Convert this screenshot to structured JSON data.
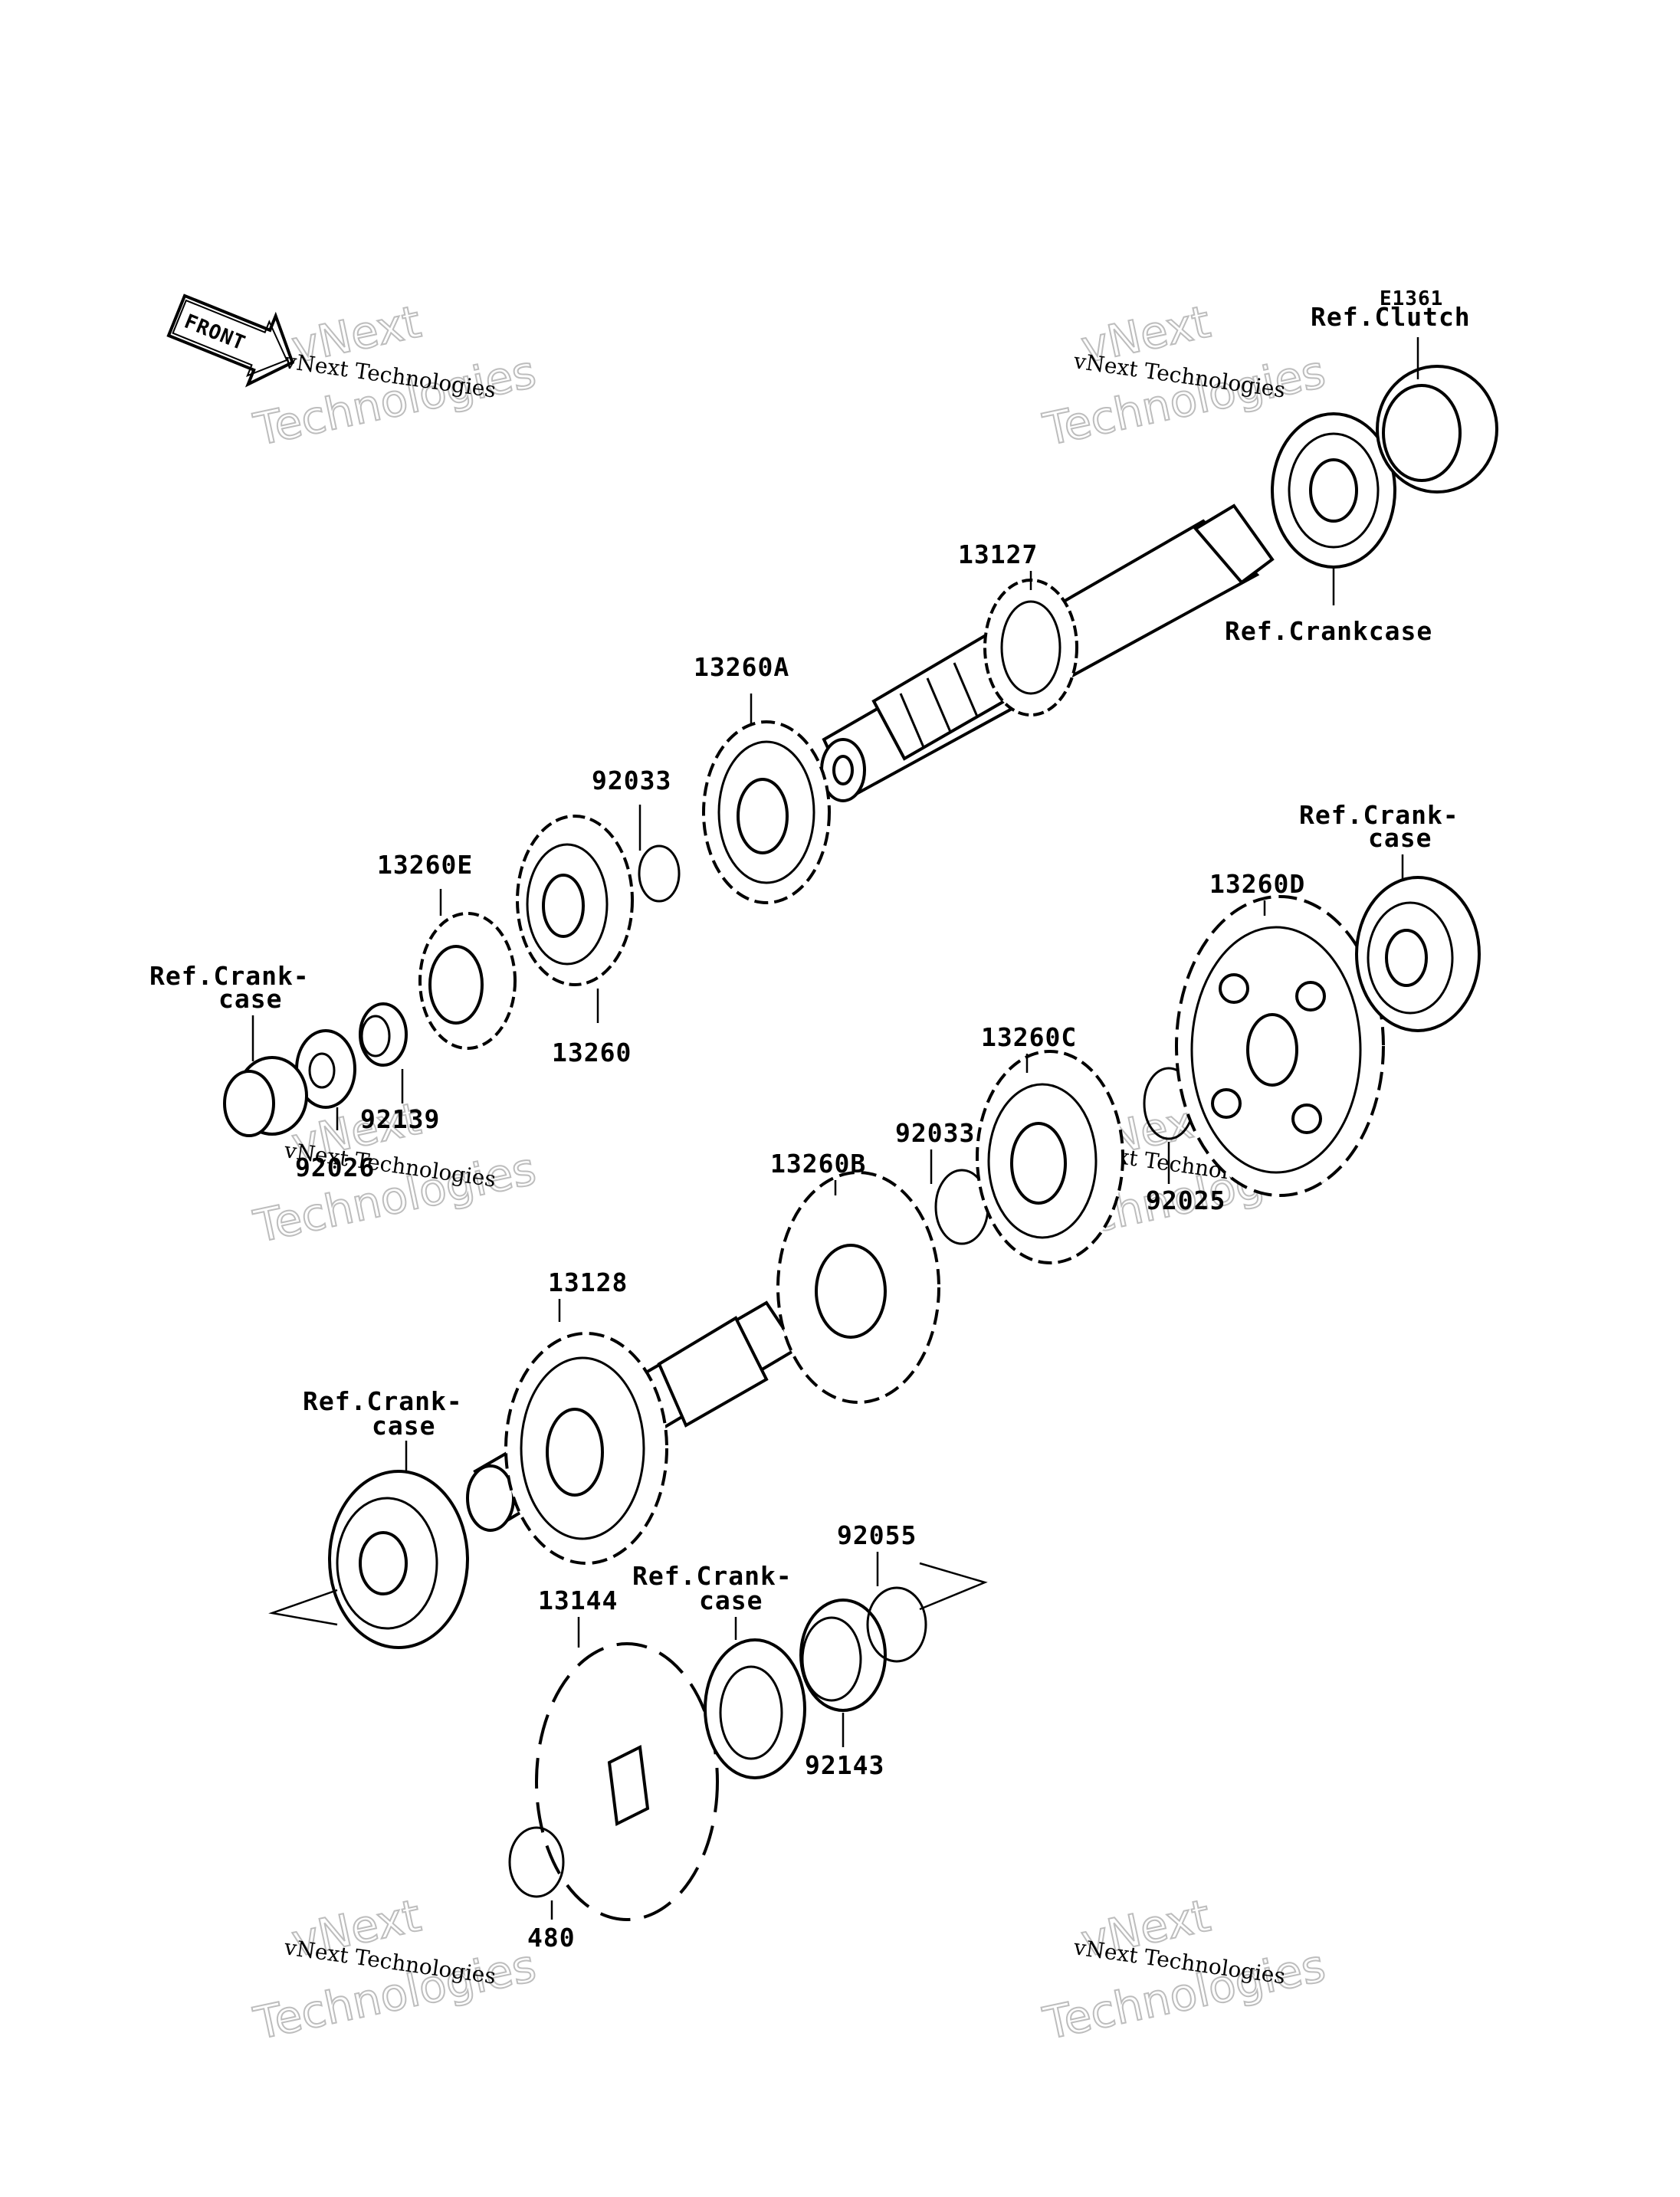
{
  "diagram": {
    "code": "E1361",
    "front_label": "FRONT",
    "watermark": {
      "line1": "vNext",
      "line2": "Technologies",
      "caption": "vNext Technologies"
    },
    "labels": {
      "ref_clutch": "Ref.Clutch",
      "ref_crankcase": "Ref.Crankcase",
      "p13127": "13127",
      "p13260A": "13260A",
      "p92033a": "92033",
      "p13260E": "13260E",
      "p13260": "13260",
      "ref_crank_left_1": "Ref.Crank-",
      "ref_crank_left_2": "case",
      "p92139": "92139",
      "p92026": "92026",
      "ref_crank_right_1": "Ref.Crank-",
      "ref_crank_right_2": "case",
      "p13260D": "13260D",
      "p13260C": "13260C",
      "p13260B": "13260B",
      "p92033b": "92033",
      "p92025": "92025",
      "p13128": "13128",
      "ref_crank_mid_1": "Ref.Crank-",
      "ref_crank_mid_2": "case",
      "p92055": "92055",
      "ref_crank_low_1": "Ref.Crank-",
      "ref_crank_low_2": "case",
      "p13144": "13144",
      "p92143": "92143",
      "p480": "480"
    }
  }
}
